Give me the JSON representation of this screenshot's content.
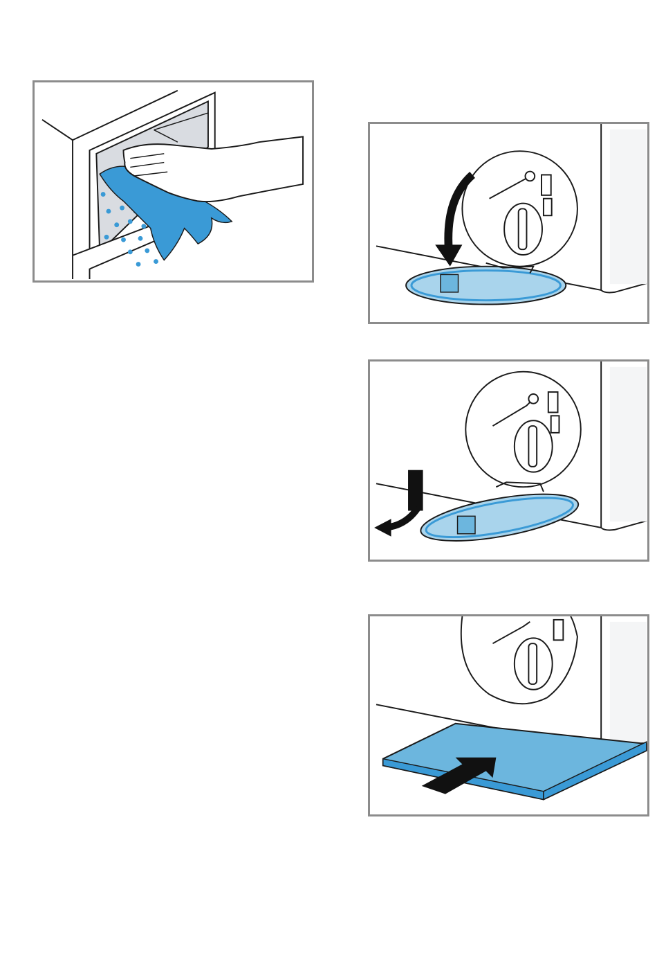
{
  "page": {
    "background": "#ffffff"
  },
  "figures": [
    {
      "id": "wipe",
      "icon": "wipe-cloth-illustration"
    },
    {
      "id": "open",
      "icon": "open-flap-illustration"
    },
    {
      "id": "remove",
      "icon": "remove-flap-illustration"
    },
    {
      "id": "insert",
      "icon": "insert-tray-illustration"
    }
  ],
  "colors": {
    "frame": "#8c8c8c",
    "line": "#1a1a1a",
    "accent_blue": "#3a9ad6",
    "light_blue": "#a9d4ec",
    "tray_blue": "#6cb6de",
    "panel_grey": "#d9dce1",
    "dryer_white": "#f4f5f6"
  }
}
